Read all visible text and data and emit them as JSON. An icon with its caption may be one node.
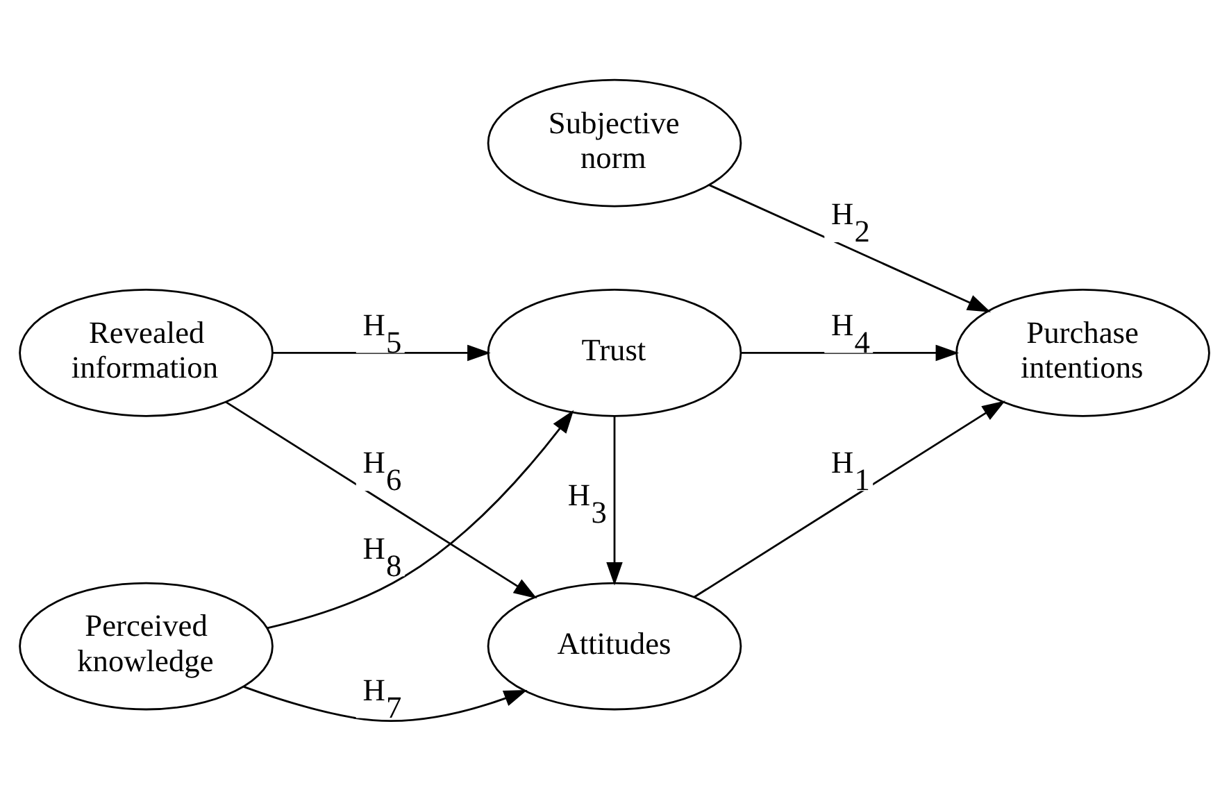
{
  "diagram": {
    "nodes": [
      {
        "text": [
          "Subjective norm"
        ]
      },
      {
        "text": [
          "Revealed information"
        ]
      },
      {
        "text": [
          "Attitudes"
        ]
      },
      {
        "text": [
          "Purchase intentions"
        ]
      },
      {
        "text": [
          "Perceived knowledge"
        ]
      },
      {
        "text": [
          "Trust"
        ]
      }
    ],
    "edges": [
      {
        "from": 0,
        "to": 3,
        "arrow": "to",
        "label": "H$_{2}$"
      },
      {
        "from": 1,
        "to": 2,
        "arrow": "to",
        "label": "H$_{6}$"
      },
      {
        "from": 2,
        "to": 3,
        "arrow": "to",
        "label": "H$_{1}$"
      },
      {
        "from": 1,
        "to": 5,
        "arrow": "to",
        "label": "H$_{5}$"
      },
      {
        "from": 4,
        "to": 2,
        "arrow": "to",
        "label": "H$_{7}$"
      },
      {
        "from": 5,
        "to": 2,
        "arrow": "to",
        "label": "H$_{3}$"
      },
      {
        "from": 5,
        "to": 3,
        "arrow": "to",
        "label": "H$_{4}$"
      },
      {
        "from": 4,
        "to": 5,
        "arrow": "to",
        "label": "H$_{8}$"
      }
    ]
  }
}
